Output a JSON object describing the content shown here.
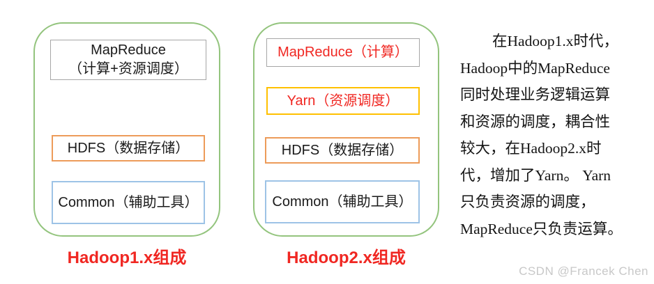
{
  "colors": {
    "green": "#93c47d",
    "gray": "#a6a6a6",
    "orange": "#ed9b59",
    "gold": "#ffc000",
    "blue": "#9dc3e6",
    "red": "#f02722",
    "watermark_gray": "#c8c8c8"
  },
  "hadoop1": {
    "caption": "Hadoop1.x组成",
    "boxes": {
      "mapreduce_line1": "MapReduce",
      "mapreduce_line2": "（计算+资源调度）",
      "hdfs": "HDFS（数据存储）",
      "common": "Common（辅助工具）"
    }
  },
  "hadoop2": {
    "caption": "Hadoop2.x组成",
    "boxes": {
      "mapreduce": "MapReduce（计算）",
      "yarn": "Yarn（资源调度）",
      "hdfs": "HDFS（数据存储）",
      "common": "Common（辅助工具）"
    }
  },
  "paragraph": {
    "lines": [
      "在Hadoop1.x时代，",
      "Hadoop中的MapReduce",
      "同时处理业务逻辑运算",
      "和资源的调度，耦合性",
      "较大，在Hadoop2.x时",
      "代，增加了Yarn。 Yarn",
      "只负责资源的调度，",
      "MapReduce只负责运算。"
    ]
  },
  "watermark": "CSDN @Francek Chen"
}
